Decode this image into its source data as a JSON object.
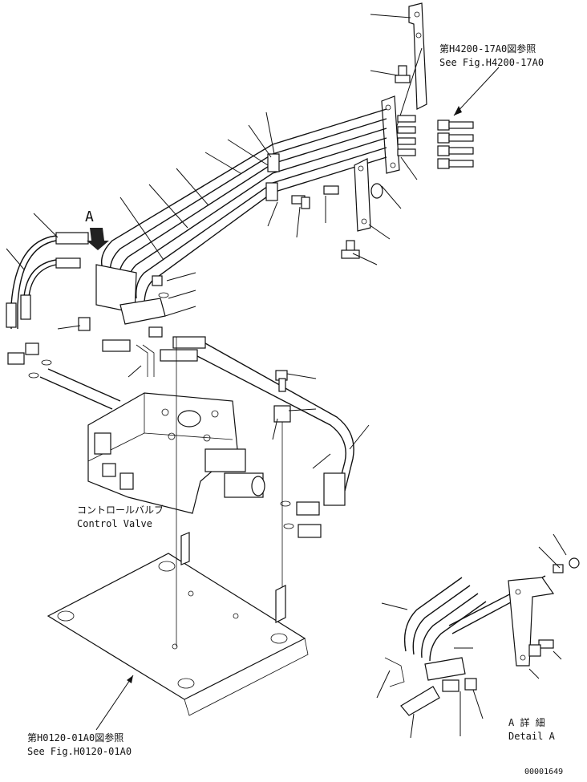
{
  "labels": {
    "ref_top_jp": "第H4200-17A0図参照",
    "ref_top_en": "See Fig.H4200-17A0",
    "view_marker": "A",
    "valve_jp": "コントロールバルブ",
    "valve_en": "Control Valve",
    "ref_bottom_jp": "第H0120-01A0図参照",
    "ref_bottom_en": "See Fig.H0120-01A0",
    "detail_jp": "A 詳 細",
    "detail_en": "Detail A",
    "drawing_no": "00001649"
  }
}
